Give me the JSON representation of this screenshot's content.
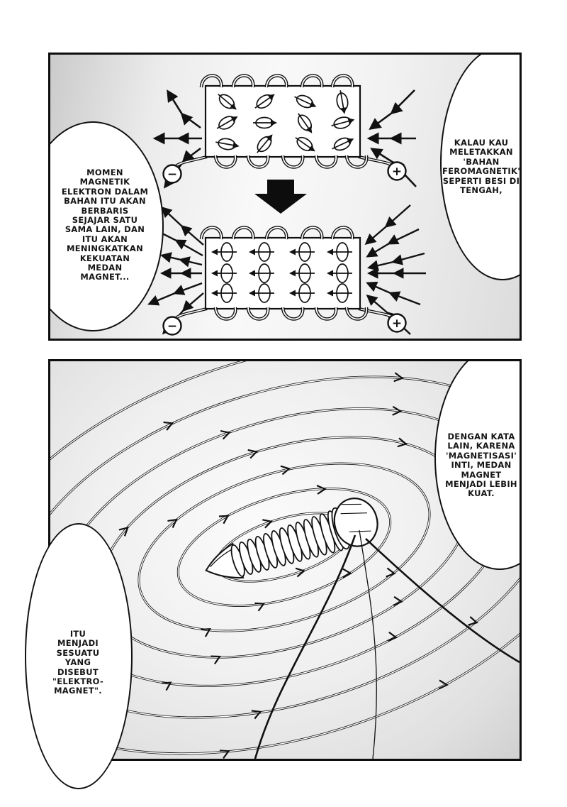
{
  "panel_top": {
    "bubble_left": "MOMEN\nMAGNETIK\nELEKTRON DALAM\nBAHAN ITU AKAN\nBERBARIS\nSEJAJAR SATU\nSAMA LAIN, DAN\nITU AKAN\nMENINGKATKAN\nKEKUATAN\nMEDAN\nMAGNET...",
    "bubble_right": "KALAU KAU\nMELETAKKAN\n'BAHAN\nFEROMAGNETIK'\nSEPERTI BESI DI\nTENGAH,",
    "diagram_before": {
      "label_minus": "−",
      "label_plus": "+"
    },
    "diagram_after": {
      "label_minus": "−",
      "label_plus": "+"
    }
  },
  "panel_bottom": {
    "bubble_right": "DENGAN KATA\nLAIN, KARENA\n'MAGNETISASI'\nINTI, MEDAN\nMAGNET\nMENJADI LEBIH\nKUAT.",
    "bubble_left": "ITU\nMENJADI\nSESUATU\nYANG\nDISEBUT\n\"ELEKTRO-\nMAGNET\"."
  },
  "colors": {
    "ink": "#111111",
    "paper": "#ffffff",
    "panel_wash": "#e4e4e4"
  }
}
